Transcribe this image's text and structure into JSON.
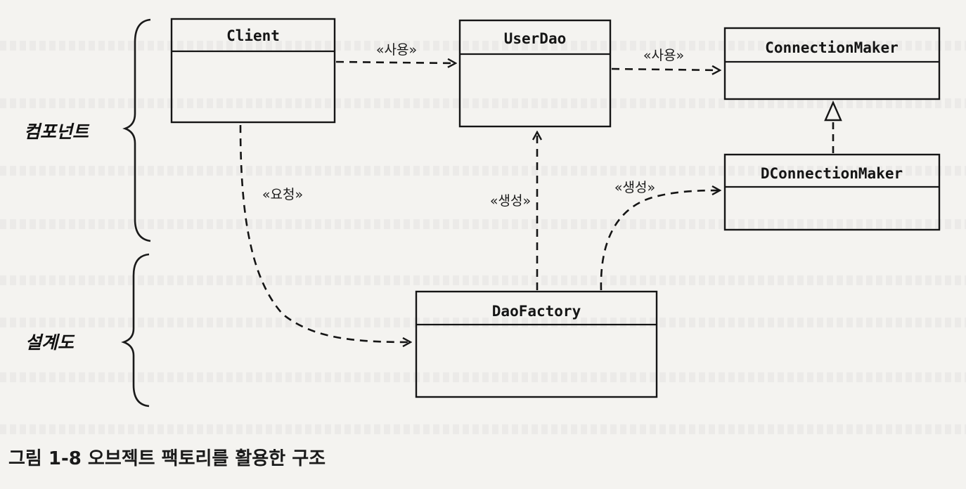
{
  "classes": {
    "client": "Client",
    "userdao": "UserDao",
    "connection_maker": "ConnectionMaker",
    "dconnection_maker": "DConnectionMaker",
    "dao_factory": "DaoFactory"
  },
  "relations": {
    "client_uses_userdao": "«사용»",
    "userdao_uses_connection_maker": "«사용»",
    "client_requests_factory": "«요청»",
    "factory_creates_userdao": "«생성»",
    "factory_creates_dconnection_maker": "«생성»"
  },
  "groups": {
    "components": "컴포넌트",
    "blueprint": "설계도"
  },
  "caption": "그림 1-8 오브젝트 팩토리를 활용한 구조"
}
